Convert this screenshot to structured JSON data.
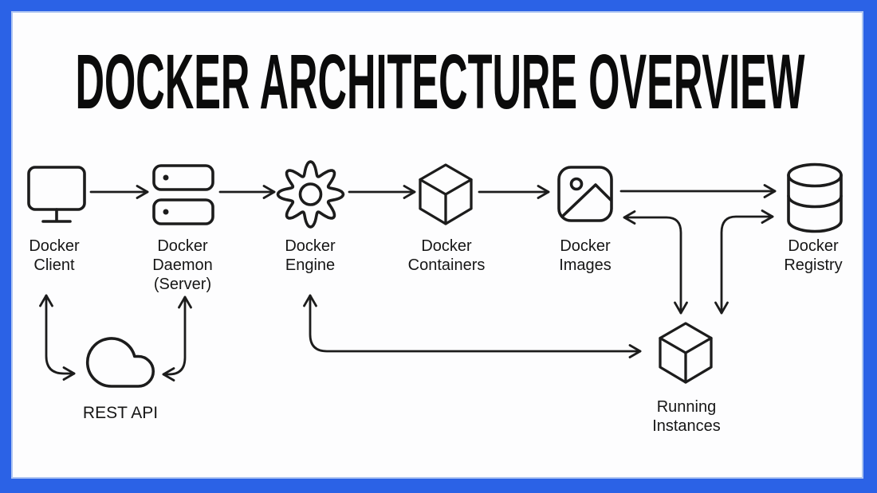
{
  "title": "DOCKER ARCHITECTURE OVERVIEW",
  "colors": {
    "frame_blue": "#2B62E6",
    "canvas_white": "#FDFDFE",
    "ink_black": "#1C1C1C"
  },
  "nodes": {
    "client": {
      "icon": "monitor-icon",
      "lines": [
        "Docker",
        "Client"
      ]
    },
    "daemon": {
      "icon": "server-stack-icon",
      "lines": [
        "Docker",
        "Daemon",
        "(Server)"
      ]
    },
    "engine": {
      "icon": "gear-icon",
      "lines": [
        "Docker",
        "Engine"
      ]
    },
    "containers": {
      "icon": "cube-icon",
      "lines": [
        "Docker",
        "Containers"
      ]
    },
    "images": {
      "icon": "picture-icon",
      "lines": [
        "Docker",
        "Images"
      ]
    },
    "registry": {
      "icon": "database-icon",
      "lines": [
        "Docker",
        "Registry"
      ]
    },
    "rest_api": {
      "icon": "cloud-icon",
      "lines": [
        "REST API"
      ]
    },
    "running": {
      "icon": "cube-icon",
      "lines": [
        "Running",
        "Instances"
      ]
    }
  },
  "edges": [
    {
      "from": "docker-client",
      "to": "docker-daemon",
      "style": "straight",
      "arrows": "one-way"
    },
    {
      "from": "docker-daemon",
      "to": "docker-engine",
      "style": "straight",
      "arrows": "one-way"
    },
    {
      "from": "docker-engine",
      "to": "docker-containers",
      "style": "straight",
      "arrows": "one-way"
    },
    {
      "from": "docker-containers",
      "to": "docker-images",
      "style": "straight",
      "arrows": "one-way"
    },
    {
      "from": "docker-images",
      "to": "docker-registry",
      "style": "straight",
      "arrows": "one-way"
    },
    {
      "from": "rest-api",
      "to": "docker-client",
      "style": "elbow",
      "arrows": "two-way"
    },
    {
      "from": "rest-api",
      "to": "docker-daemon",
      "style": "elbow",
      "arrows": "two-way"
    },
    {
      "from": "docker-engine",
      "to": "running-instances",
      "style": "elbow",
      "arrows": "two-way"
    },
    {
      "from": "docker-images",
      "to": "running-instances",
      "style": "elbow",
      "arrows": "two-way"
    },
    {
      "from": "docker-registry",
      "to": "running-instances",
      "style": "elbow",
      "arrows": "two-way"
    }
  ]
}
